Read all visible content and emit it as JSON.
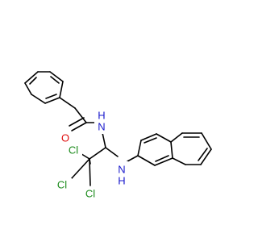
{
  "colors": {
    "bond": "#000000",
    "nitrogen": "#1a1acc",
    "oxygen": "#e01010",
    "chlorine": "#1a8a1a",
    "background": "#ffffff"
  },
  "labels": {
    "oxygen": "O",
    "amide_n": "N",
    "amide_h": "H",
    "amine_n": "N",
    "amine_h": "H",
    "chlorine": "Cl"
  }
}
